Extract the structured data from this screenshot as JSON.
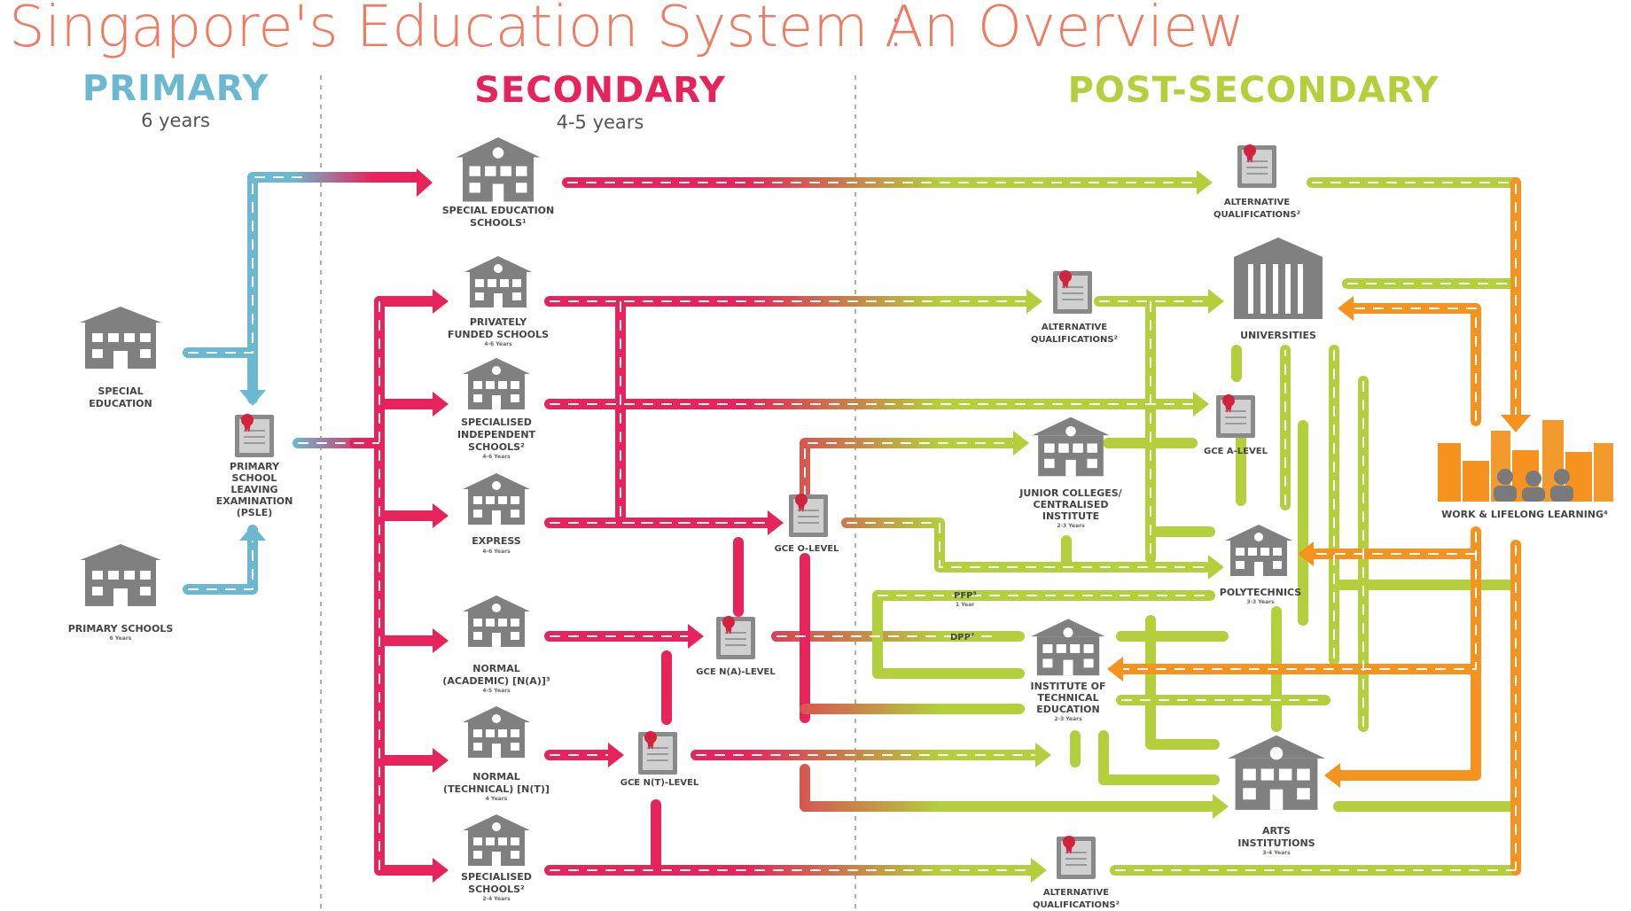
{
  "title": {
    "main": "Singapore's Education System :",
    "sub": "An Overview"
  },
  "sections": {
    "primary": {
      "label": "PRIMARY",
      "duration": "6 years"
    },
    "secondary": {
      "label": "SECONDARY",
      "duration": "4-5 years"
    },
    "post_secondary": {
      "label": "POST-SECONDARY"
    }
  },
  "nodes": {
    "special_education": {
      "line1": "SPECIAL",
      "line2": "EDUCATION",
      "icon": "building-icon"
    },
    "primary_schools": {
      "line1": "PRIMARY SCHOOLS",
      "dur": "6 Years",
      "icon": "building-icon"
    },
    "psle": {
      "line1": "PRIMARY",
      "line2": "SCHOOL",
      "line3": "LEAVING",
      "line4": "EXAMINATION",
      "line5": "(PSLE)",
      "icon": "certificate-icon"
    },
    "special_education_schools": {
      "line1": "SPECIAL EDUCATION",
      "line2": "SCHOOLS¹",
      "icon": "school-icon"
    },
    "privately_funded": {
      "line1": "PRIVATELY",
      "line2": "FUNDED SCHOOLS",
      "dur": "4-6 Years",
      "icon": "school-icon"
    },
    "specialised_independent": {
      "line1": "SPECIALISED",
      "line2": "INDEPENDENT",
      "line3": "SCHOOLS²",
      "dur": "4-6 Years",
      "icon": "school-icon"
    },
    "express": {
      "line1": "EXPRESS",
      "dur": "4-6 Years",
      "icon": "school-icon"
    },
    "normal_academic": {
      "line1": "NORMAL",
      "line2": "(ACADEMIC) [N(A)]³",
      "dur": "4-5 Years",
      "icon": "school-icon"
    },
    "normal_technical": {
      "line1": "NORMAL",
      "line2": "(TECHNICAL) [N(T)]",
      "dur": "4 Years",
      "icon": "school-icon"
    },
    "specialised_schools": {
      "line1": "SPECIALISED",
      "line2": "SCHOOLS²",
      "dur": "2-4 Years",
      "icon": "school-icon"
    },
    "gce_o": {
      "line1": "GCE O-LEVEL",
      "icon": "certificate-icon"
    },
    "gce_na": {
      "line1": "GCE N(A)-LEVEL",
      "icon": "certificate-icon"
    },
    "gce_nt": {
      "line1": "GCE N(T)-LEVEL",
      "icon": "certificate-icon"
    },
    "alt_qual_top": {
      "line1": "ALTERNATIVE",
      "line2": "QUALIFICATIONS²",
      "icon": "certificate-icon"
    },
    "alt_qual_mid": {
      "line1": "ALTERNATIVE",
      "line2": "QUALIFICATIONS²",
      "icon": "certificate-icon"
    },
    "alt_qual_bottom": {
      "line1": "ALTERNATIVE",
      "line2": "QUALIFICATIONS²",
      "icon": "certificate-icon"
    },
    "junior_colleges": {
      "line1": "JUNIOR COLLEGES/",
      "line2": "CENTRALISED",
      "line3": "INSTITUTE",
      "dur": "2-3 Years",
      "icon": "school-icon"
    },
    "gce_a": {
      "line1": "GCE A-LEVEL",
      "icon": "certificate-icon"
    },
    "universities": {
      "line1": "UNIVERSITIES",
      "icon": "university-icon"
    },
    "polytechnics": {
      "line1": "POLYTECHNICS",
      "dur": "3-3 Years",
      "icon": "school-icon"
    },
    "ite": {
      "line1": "INSTITUTE OF",
      "line2": "TECHNICAL",
      "line3": "EDUCATION",
      "dur": "2-3 Years",
      "icon": "school-icon"
    },
    "arts": {
      "line1": "ARTS",
      "line2": "INSTITUTIONS",
      "dur": "3-4 Years",
      "icon": "school-icon"
    },
    "work": {
      "line1": "WORK & LIFELONG LEARNING⁴",
      "icon": "city-icon"
    },
    "pfp": {
      "line1": "PFP⁵",
      "dur": "1 Year"
    },
    "dpp": {
      "line1": "DPP⁷"
    }
  },
  "colors": {
    "title": "#ef7b60",
    "primary": "#6ab9d0",
    "secondary": "#e6245b",
    "post_secondary": "#b3cf3b",
    "work": "#f6921e",
    "icon": "#808080"
  }
}
